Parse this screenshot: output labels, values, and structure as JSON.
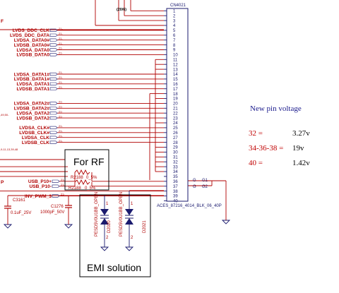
{
  "connector": {
    "refdes": "CN4021",
    "part_number": "ACES_87216_4014_BLK_06_40P",
    "pins": [
      "1",
      "2",
      "3",
      "4",
      "5",
      "6",
      "7",
      "8",
      "9",
      "10",
      "11",
      "12",
      "13",
      "14",
      "15",
      "16",
      "17",
      "18",
      "19",
      "20",
      "21",
      "22",
      "23",
      "24",
      "25",
      "26",
      "27",
      "28",
      "29",
      "30",
      "31",
      "32",
      "33",
      "34",
      "35",
      "36",
      "37",
      "38",
      "39",
      "40"
    ],
    "ground_pins": [
      "G1",
      "G2"
    ],
    "ground_letters": [
      "G",
      "G"
    ]
  },
  "top_label": "(20/6)",
  "offpage_marker": "21-",
  "signals": [
    {
      "label": "LVDS_DDC_CLK",
      "pin": 5
    },
    {
      "label": "LVDS_DDC_DATA",
      "pin": 6
    },
    {
      "label": "LVDSA_DATA0#",
      "pin": 7
    },
    {
      "label": "LVDSB_DATA0#",
      "pin": 8
    },
    {
      "label": "LVDSA_DATA0",
      "pin": 9
    },
    {
      "label": "LVDSB_DATA0",
      "pin": 10
    },
    {
      "label": "LVDSA_DATA1#",
      "pin": 14
    },
    {
      "label": "LVDSB_DATA1#",
      "pin": 15
    },
    {
      "label": "LVDSA_DATA1",
      "pin": 16
    },
    {
      "label": "LVDSB_DATA1",
      "pin": 17
    },
    {
      "label": "LVDSA_DATA2#",
      "pin": 20
    },
    {
      "label": "LVDSB_DATA2#",
      "pin": 21
    },
    {
      "label": "LVDSA_DATA2",
      "pin": 22
    },
    {
      "label": "LVDSB_DATA2",
      "pin": 23
    },
    {
      "label": "LVDSA_CLK#",
      "pin": 25
    },
    {
      "label": "LVDSB_CLK#",
      "pin": 26
    },
    {
      "label": "LVDSA_CLK",
      "pin": 27
    },
    {
      "label": "LVDSB_CLK",
      "pin": 28
    },
    {
      "label": "USB_P10+",
      "pin": 36
    },
    {
      "label": "USB_P10-",
      "pin": 37
    },
    {
      "label": "INV_PWM_3",
      "pin": 39
    }
  ],
  "side_refs": [
    ",49,50-",
    ",9,11,13,39,48"
  ],
  "left_edge_labels": [
    "F",
    "P"
  ],
  "resistors": [
    {
      "refdes": "R2188",
      "value": "0_5%"
    },
    {
      "refdes": "R2188",
      "value": "0_5%"
    }
  ],
  "capacitors": [
    {
      "refdes": "C3161",
      "value": "0.1uF_25V"
    },
    {
      "refdes": "C1276",
      "value": "1000pF_50V"
    }
  ],
  "diodes": [
    {
      "refdes": "D2020",
      "part": "PESD5V0U1BB_OPEN"
    },
    {
      "refdes": "D2021",
      "part": "PESD5V0U1BB_OPEN"
    }
  ],
  "diode_pins": [
    "1",
    "2"
  ],
  "boxes": {
    "rf": "For RF",
    "emi": "EMI solution"
  },
  "note": {
    "title": "New pin voltage",
    "rows": [
      {
        "label": "32 =",
        "value": "3.27v"
      },
      {
        "label": "34-36-38 =",
        "value": "19v"
      },
      {
        "label": "40 =",
        "value": "1.42v"
      }
    ]
  }
}
